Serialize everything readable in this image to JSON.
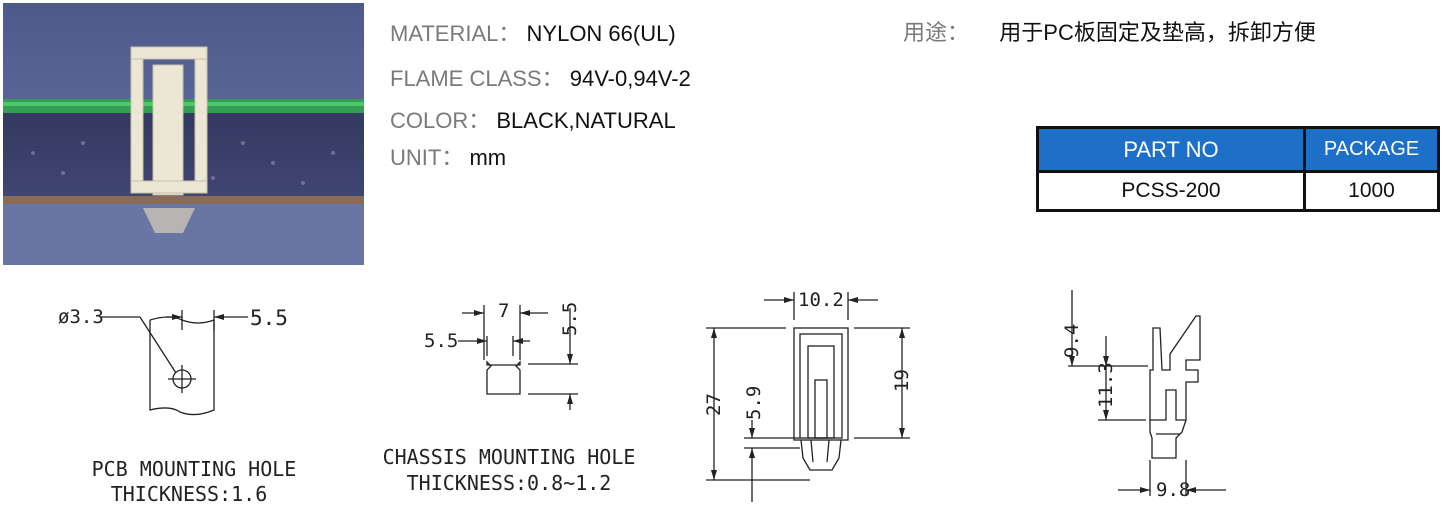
{
  "specs": {
    "material": {
      "label": "MATERIAL：",
      "value": "NYLON 66(UL)"
    },
    "flame": {
      "label": "FLAME CLASS：",
      "value": "94V-0,94V-2"
    },
    "color": {
      "label": "COLOR：",
      "value": "BLACK,NATURAL"
    },
    "unit": {
      "label": "UNIT：",
      "value": "mm"
    }
  },
  "usage": {
    "label": "用途：",
    "value": "用于PC板固定及垫高，拆卸方便"
  },
  "table": {
    "headers": [
      "PART NO",
      "PACKAGE"
    ],
    "rows": [
      [
        "PCSS-200",
        "1000"
      ]
    ],
    "header_color": "#1e6fc8"
  },
  "drawings": {
    "pcb": {
      "diameter": "ø3.3",
      "dim": "5.5",
      "caption1": "PCB MOUNTING HOLE",
      "caption2": "THICKNESS:1.6"
    },
    "chassis": {
      "dim_w": "7",
      "dim_h": "5.5",
      "dim_l": "5.5",
      "caption1": "CHASSIS MOUNTING HOLE",
      "caption2": "THICKNESS:0.8~1.2"
    },
    "front": {
      "w": "10.2",
      "h": "27",
      "h2": "19",
      "h3": "5.9"
    },
    "side": {
      "h1": "9.4",
      "h2": "11.3",
      "w": "9.8"
    }
  }
}
